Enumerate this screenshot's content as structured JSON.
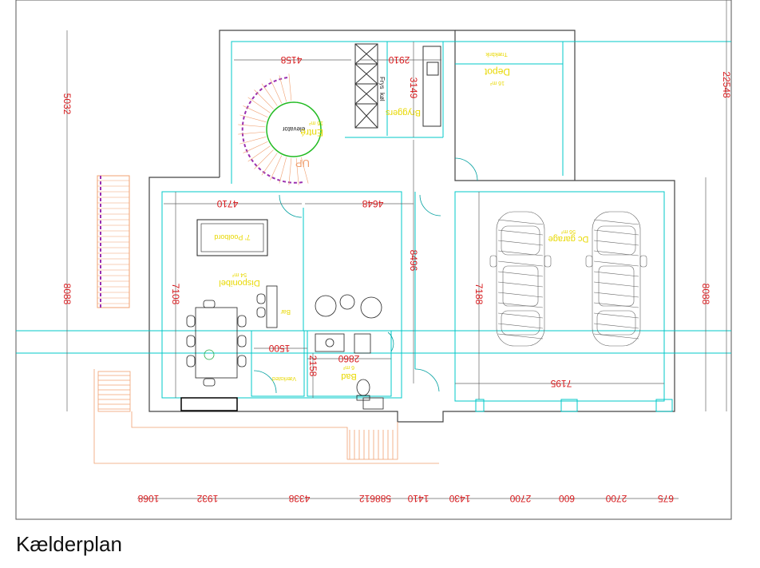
{
  "caption": "Kælderplan",
  "colors": {
    "wall": "#2b2b2b",
    "inner": "#00c8c8",
    "dimension": "#d7191c",
    "room_label": "#e8d800",
    "stair": "#f0a070"
  },
  "dimensions": {
    "top_4158": "4158",
    "top_2910": "2910",
    "v_3149": "3149",
    "v_22548": "22548",
    "left_5032": "5032",
    "left_8088": "8088",
    "right_8088": "8088",
    "h_4710": "4710",
    "h_4648": "4648",
    "v_8496": "8496",
    "v_7108": "7108",
    "v_7188": "7188",
    "h_7195": "7195",
    "h_1500": "1500",
    "h_2860": "2860",
    "v_2158": "2158",
    "bottom": [
      "1068",
      "1932",
      "4338",
      "588612",
      "1410",
      "1430",
      "2700",
      "600",
      "2700",
      "675"
    ]
  },
  "rooms": {
    "entre": "Entré",
    "entre_area": "16 m²",
    "elevator": "elevator",
    "bryggers": "Bryggers",
    "depot": "Depot",
    "depot_area": "16 m²",
    "depot_top": "Trækbrik",
    "disponibel": "Disponibel",
    "disponibel_area": "54 m²",
    "poolbord": "7' Poolbord",
    "garage": "Dc garage",
    "garage_area": "56 m²",
    "bad": "Bad",
    "bad_area": "6 m²",
    "vaerksted": "Værksted",
    "bar": "Bar",
    "up": "UP",
    "fryser": "Frys",
    "koel": "køl"
  }
}
